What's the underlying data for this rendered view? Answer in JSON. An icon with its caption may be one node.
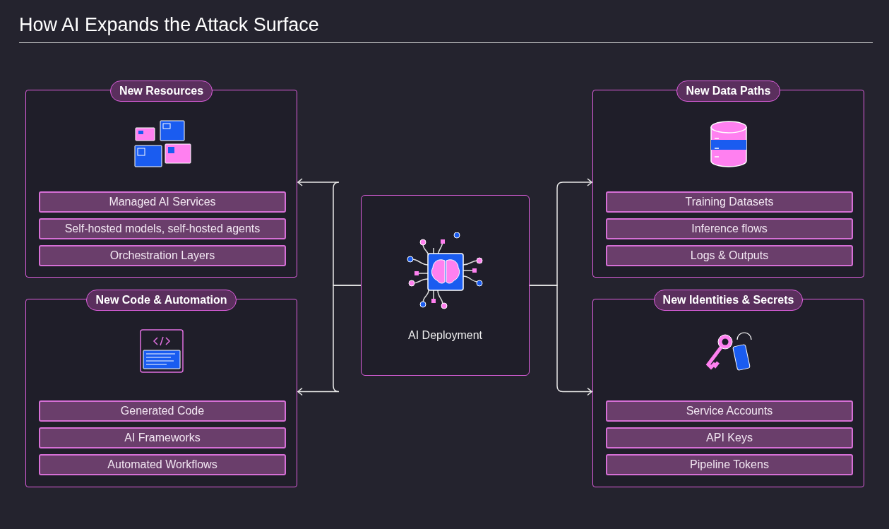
{
  "diagram": {
    "title": "How AI Expands the Attack Surface",
    "nodes": [
      {
        "text": [
          "New Resources"
        ]
      },
      {
        "text": [
          "Managed AI Services"
        ],
        "in": 0
      },
      {
        "text": [
          "Self-hosted models, self-hosted agents"
        ],
        "in": 0
      },
      {
        "text": [
          "Orchestration Layers"
        ],
        "in": 0
      },
      {
        "text": [
          "New Code & Automation"
        ]
      },
      {
        "text": [
          "Generated Code"
        ],
        "in": 4
      },
      {
        "text": [
          "AI Frameworks"
        ],
        "in": 4
      },
      {
        "text": [
          "Automated Workflows"
        ],
        "in": 4
      },
      {
        "text": [
          "AI Deployment"
        ]
      },
      {
        "text": [
          "New Data Paths"
        ]
      },
      {
        "text": [
          "Training Datasets"
        ],
        "in": 9
      },
      {
        "text": [
          "Inference flows"
        ],
        "in": 9
      },
      {
        "text": [
          "Logs & Outputs"
        ],
        "in": 9
      },
      {
        "text": [
          "New Identities & Secrets"
        ]
      },
      {
        "text": [
          "Service Accounts"
        ],
        "in": 13
      },
      {
        "text": [
          "API Keys"
        ],
        "in": 13
      },
      {
        "text": [
          "Pipeline Tokens"
        ],
        "in": 13
      }
    ],
    "edges": [
      {
        "from": 8,
        "to": 0,
        "arrow": "to"
      },
      {
        "from": 8,
        "to": 4,
        "arrow": "to"
      },
      {
        "from": 8,
        "to": 9,
        "arrow": "to"
      },
      {
        "from": 8,
        "to": 13,
        "arrow": "to"
      }
    ]
  }
}
